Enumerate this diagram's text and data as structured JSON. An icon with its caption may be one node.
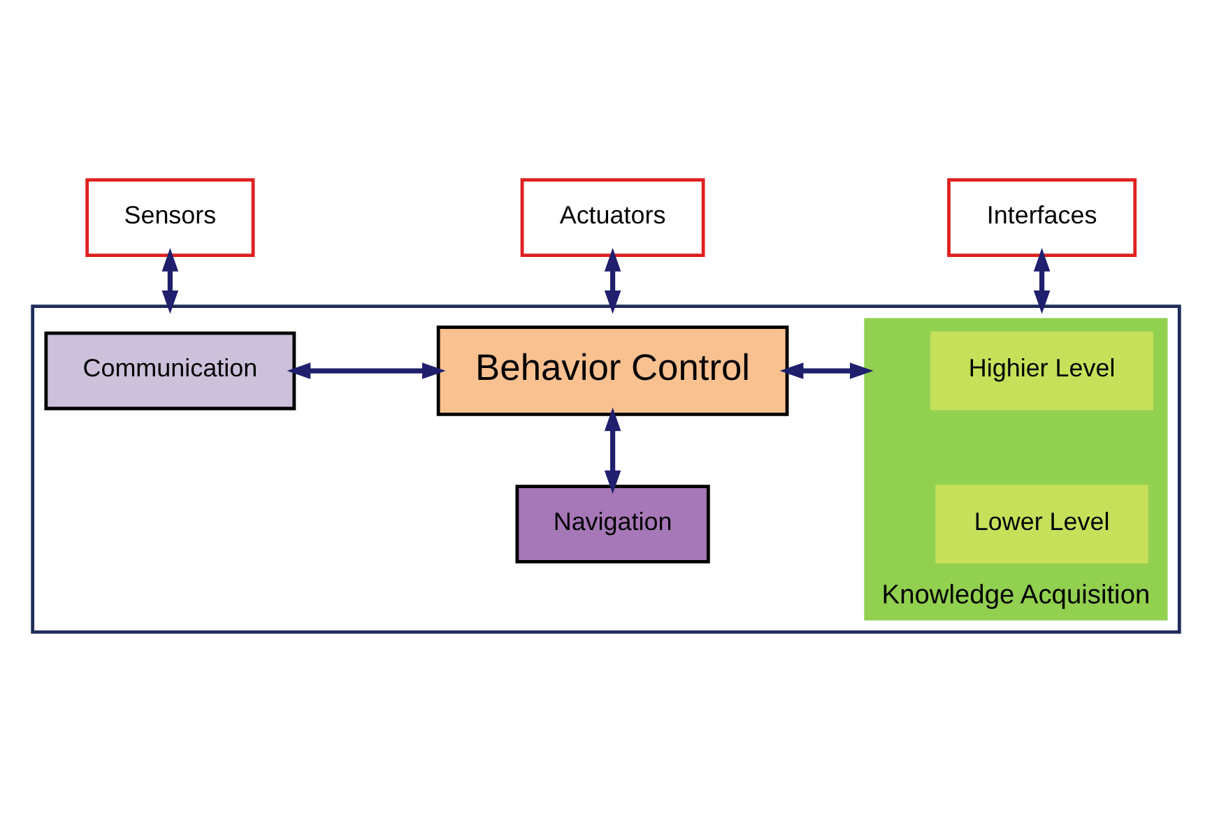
{
  "diagram": {
    "nodes": [
      {
        "text": [
          "Sensors"
        ]
      },
      {
        "text": [
          "Actuators"
        ]
      },
      {
        "text": [
          "Interfaces"
        ]
      },
      {
        "text": [],
        "shape": "box"
      },
      {
        "text": [
          "Communication"
        ],
        "in": 3
      },
      {
        "text": [
          "Behavior Control"
        ],
        "in": 3
      },
      {
        "text": [
          "Knowledge Acquisition"
        ],
        "in": 3
      },
      {
        "text": [
          "Highier Level"
        ],
        "in": 6
      },
      {
        "text": [
          "Lower Level"
        ],
        "in": 6
      },
      {
        "text": [
          "Navigation"
        ],
        "in": 3
      }
    ],
    "edges": [
      {
        "from": 0,
        "to": 3,
        "arrow": "both"
      },
      {
        "from": 1,
        "to": 3,
        "arrow": "both"
      },
      {
        "from": 2,
        "to": 3,
        "arrow": "both"
      },
      {
        "from": 4,
        "to": 5,
        "arrow": "both"
      },
      {
        "from": 5,
        "to": 6,
        "arrow": "both"
      },
      {
        "from": 5,
        "to": 9,
        "arrow": "both"
      }
    ]
  }
}
